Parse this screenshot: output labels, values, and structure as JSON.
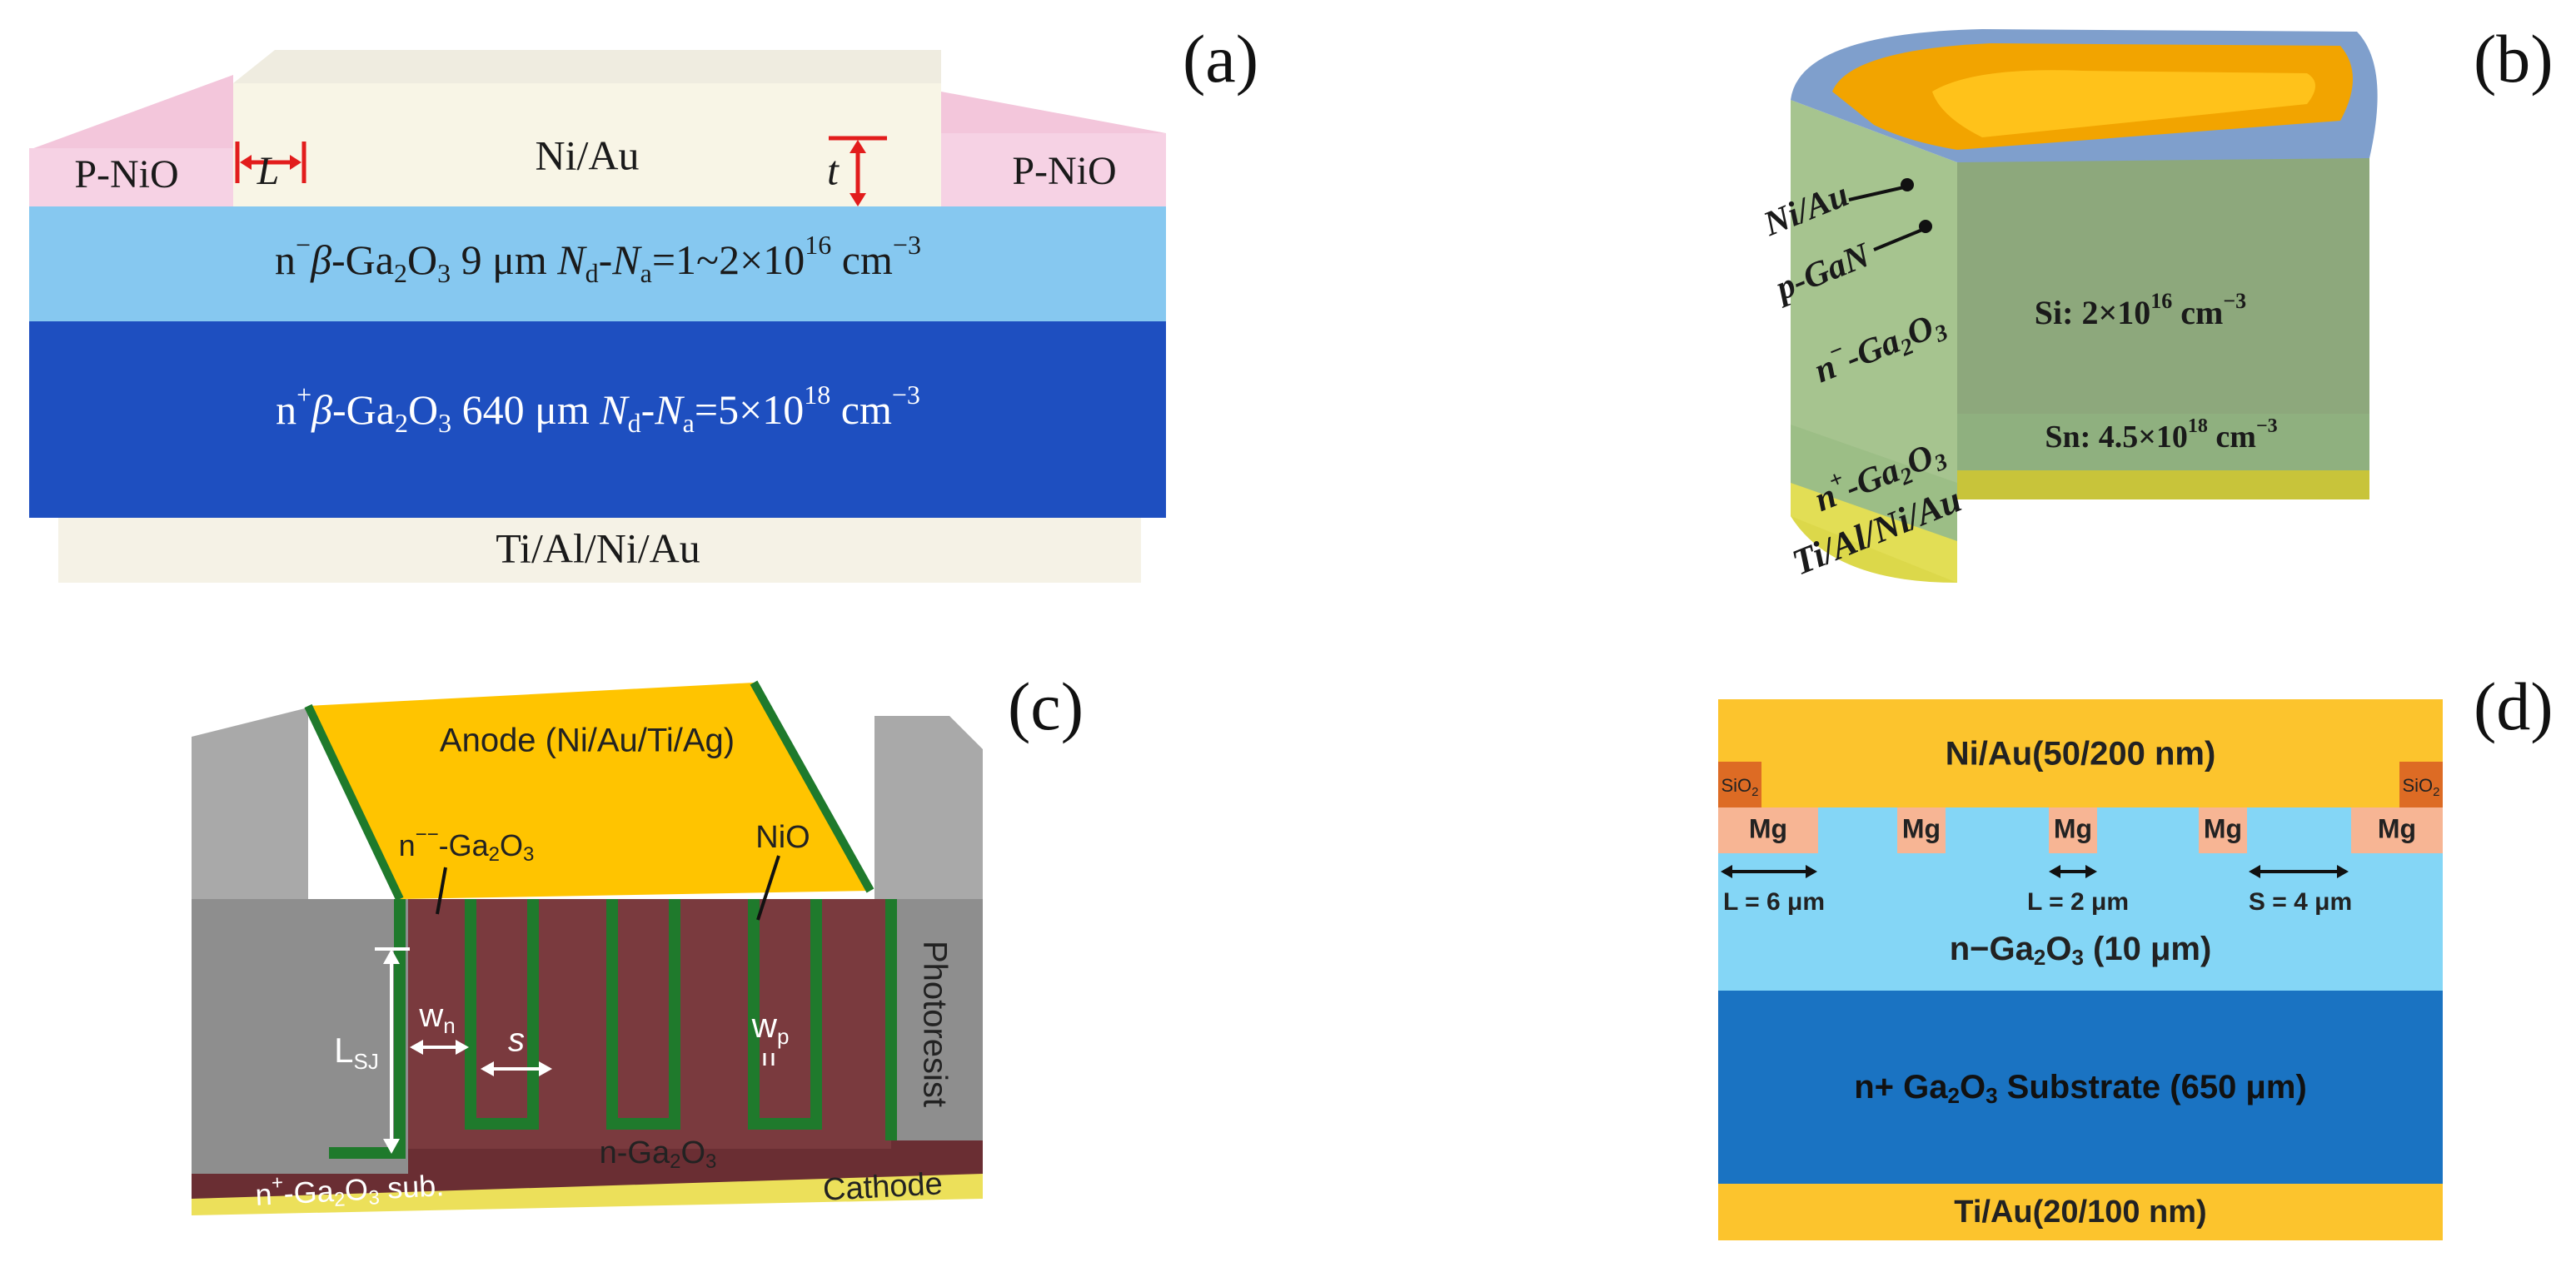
{
  "panel_labels": {
    "a": "(a)",
    "b": "(b)",
    "c": "(c)",
    "d": "(d)"
  },
  "panel_a": {
    "anode": "Ni/Au",
    "left_pnio": "P-NiO",
    "right_pnio": "P-NiO",
    "dim_L": "L",
    "dim_t": "t",
    "drift": {
      "prefix": "n",
      "sup_minus": "−",
      "beta": "β",
      "mid": "-Ga",
      "sub2": "2",
      "o": "O",
      "sub3": "3",
      "thick": " 9 μm  ",
      "Nd": "N",
      "d": "d",
      "dash": "-",
      "Na": "N",
      "a": "a",
      "eq": "=1~2×10",
      "exp": "16",
      "unit": " cm",
      "unit_exp": "−3"
    },
    "substrate": {
      "prefix": "n",
      "sup_plus": "+",
      "beta": "β",
      "mid": "-Ga",
      "sub2": "2",
      "o": "O",
      "sub3": "3",
      "thick": " 640 μm ",
      "Nd": "N",
      "d": "d",
      "dash": "-",
      "Na": "N",
      "a": "a",
      "eq": "=5×10",
      "exp": "18",
      "unit": " cm",
      "unit_exp": "−3"
    },
    "cathode": "Ti/Al/Ni/Au"
  },
  "panel_b": {
    "ni_au": "Ni/Au",
    "p_gan": "p-GaN",
    "drift": {
      "n": "n",
      "sup": "−",
      "mid": "-Ga",
      "sub2": "2",
      "o": "O",
      "sub3": "3"
    },
    "doping_drift": {
      "text": "Si: 2×10",
      "exp": "16",
      "unit": " cm",
      "unit_exp": "−3"
    },
    "substrate": {
      "n": "n",
      "sup": "+",
      "mid": "-Ga",
      "sub2": "2",
      "o": "O",
      "sub3": "3"
    },
    "doping_sub": {
      "text": "Sn: 4.5×10",
      "exp": "18",
      "unit": " cm",
      "unit_exp": "−3"
    },
    "cathode": "Ti/Al/Ni/Au"
  },
  "panel_c": {
    "anode": "Anode (Ni/Au/Ti/Ag)",
    "n_minus": {
      "n": "n",
      "sup": "−−",
      "mid": "-Ga",
      "sub2": "2",
      "o": "O",
      "sub3": "3"
    },
    "nio": "NiO",
    "photoresist": "Photoresist",
    "L_sj": {
      "L": "L",
      "sub": "SJ"
    },
    "w_n": {
      "w": "w",
      "sub": "n"
    },
    "s": "s",
    "w_p": {
      "w": "w",
      "sub": "p"
    },
    "n_ga2o3": {
      "mid": "n-Ga",
      "sub2": "2",
      "o": "O",
      "sub3": "3"
    },
    "substrate": {
      "n": "n",
      "sup": "+",
      "mid": "-Ga",
      "sub2": "2",
      "o": "O",
      "sub3": "3",
      "tail": " sub."
    },
    "cathode": "Cathode"
  },
  "panel_d": {
    "anode": "Ni/Au(50/200 nm)",
    "sio2_left": {
      "si": "SiO",
      "sub": "2"
    },
    "sio2_right": {
      "si": "SiO",
      "sub": "2"
    },
    "mg_labels": [
      "Mg",
      "Mg",
      "Mg",
      "Mg",
      "Mg"
    ],
    "dim_L6": "L = 6 μm",
    "dim_L2": "L = 2 μm",
    "dim_S4": "S = 4 μm",
    "drift": "n−Ga",
    "drift_sub2": "2",
    "drift_o": "O",
    "drift_sub3": "3",
    "drift_tail": " (10 μm)",
    "substrate": "n+ Ga",
    "substrate_sub2": "2",
    "substrate_o": "O",
    "substrate_sub3": "3",
    "substrate_tail": " Substrate (650 μm)",
    "cathode": "Ti/Au(20/100 nm)"
  },
  "colors": {
    "a_nio": "#f6d2e4",
    "a_top": "#f8f5e6",
    "a_drift": "#86c8f0",
    "a_sub": "#1e4fc0",
    "a_cathode": "#f5f2e6",
    "b_gold": "#f2a400",
    "b_blue": "#7f9fcc",
    "b_green": "#a6c48f",
    "b_yellow": "#dcd84a",
    "c_gold": "#ffc400",
    "c_green": "#1f7a2c",
    "c_gray": "#8e8e8e",
    "c_maroon": "#7a3a3e",
    "c_yellow": "#ece05a",
    "d_gold": "#fcc42d",
    "d_sio2": "#dd6b24",
    "d_mg": "#f7b594",
    "d_drift": "#84d6f6",
    "d_sub": "#1a73c2"
  }
}
